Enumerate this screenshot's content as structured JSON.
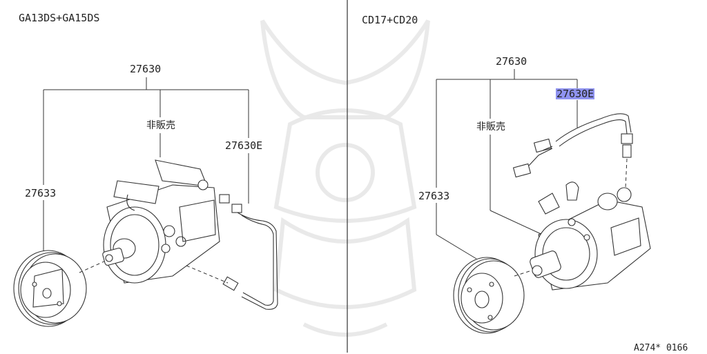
{
  "left_panel": {
    "engine_label": "GA13DS+GA15DS",
    "part_assembly": "27630",
    "part_not_sold": "非販売",
    "part_hose": "27630E",
    "part_pulley": "27633"
  },
  "right_panel": {
    "engine_label": "CD17+CD20",
    "part_assembly": "27630",
    "part_not_sold": "非販売",
    "part_hose": "27630E",
    "part_pulley": "27633"
  },
  "footer": {
    "diagram_code": "A274* 0166"
  },
  "highlight_color": "#8f93f0"
}
